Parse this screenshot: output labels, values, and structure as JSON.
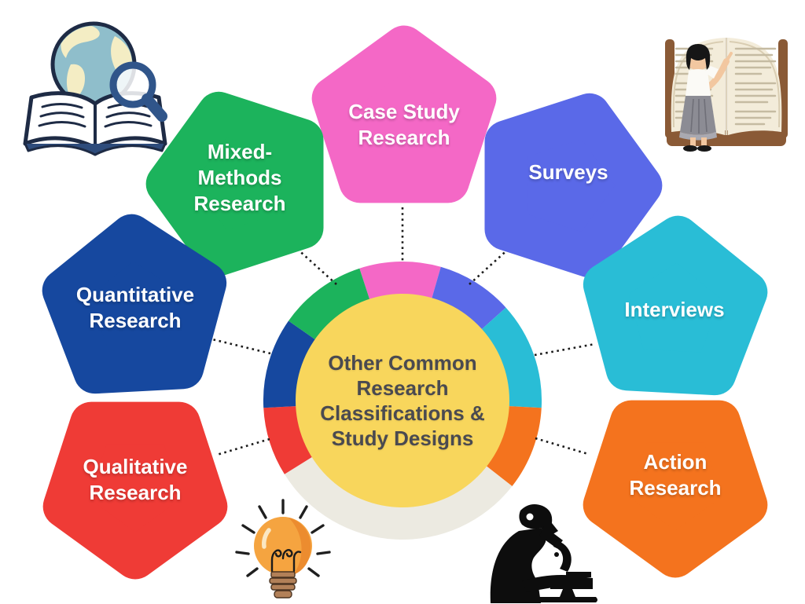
{
  "background_color": "#FFFFFF",
  "center": {
    "line1": "Other Common",
    "line2": "Research",
    "line3": "Classifications &",
    "line4": "Study Designs",
    "bg_color": "#F8D65C",
    "text_color": "#4A4A50"
  },
  "pentagons": {
    "case_study": {
      "line1": "Case Study",
      "line2": "Research",
      "color": "#F468C6"
    },
    "surveys": {
      "line1": "Surveys",
      "color": "#5A69E8"
    },
    "interviews": {
      "line1": "Interviews",
      "color": "#29BDD6"
    },
    "action": {
      "line1": "Action",
      "line2": "Research",
      "color": "#F4731E"
    },
    "qualitative": {
      "line1": "Qualitative",
      "line2": "Research",
      "color": "#EF3B36"
    },
    "quantitative": {
      "line1": "Quantitative",
      "line2": "Research",
      "color": "#16489F"
    },
    "mixed_methods": {
      "line1": "Mixed-",
      "line2": "Methods",
      "line3": "Research",
      "color": "#1CB35C"
    }
  },
  "ring": {
    "segments": [
      {
        "name": "case-study",
        "color": "#F468C6"
      },
      {
        "name": "surveys",
        "color": "#5A69E8"
      },
      {
        "name": "interviews",
        "color": "#29BDD6"
      },
      {
        "name": "action",
        "color": "#F4731E"
      },
      {
        "name": "bottom-blank",
        "color": "#ECEAE1"
      },
      {
        "name": "qualitative",
        "color": "#EF3B36"
      },
      {
        "name": "quantitative",
        "color": "#16489F"
      },
      {
        "name": "mixed-methods",
        "color": "#1CB35C"
      }
    ]
  },
  "icons": {
    "globe_book": "globe-magnifier-book",
    "person_book": "person-with-giant-open-book",
    "lightbulb": "lightbulb-idea",
    "scientist": "scientist-with-microscope"
  }
}
